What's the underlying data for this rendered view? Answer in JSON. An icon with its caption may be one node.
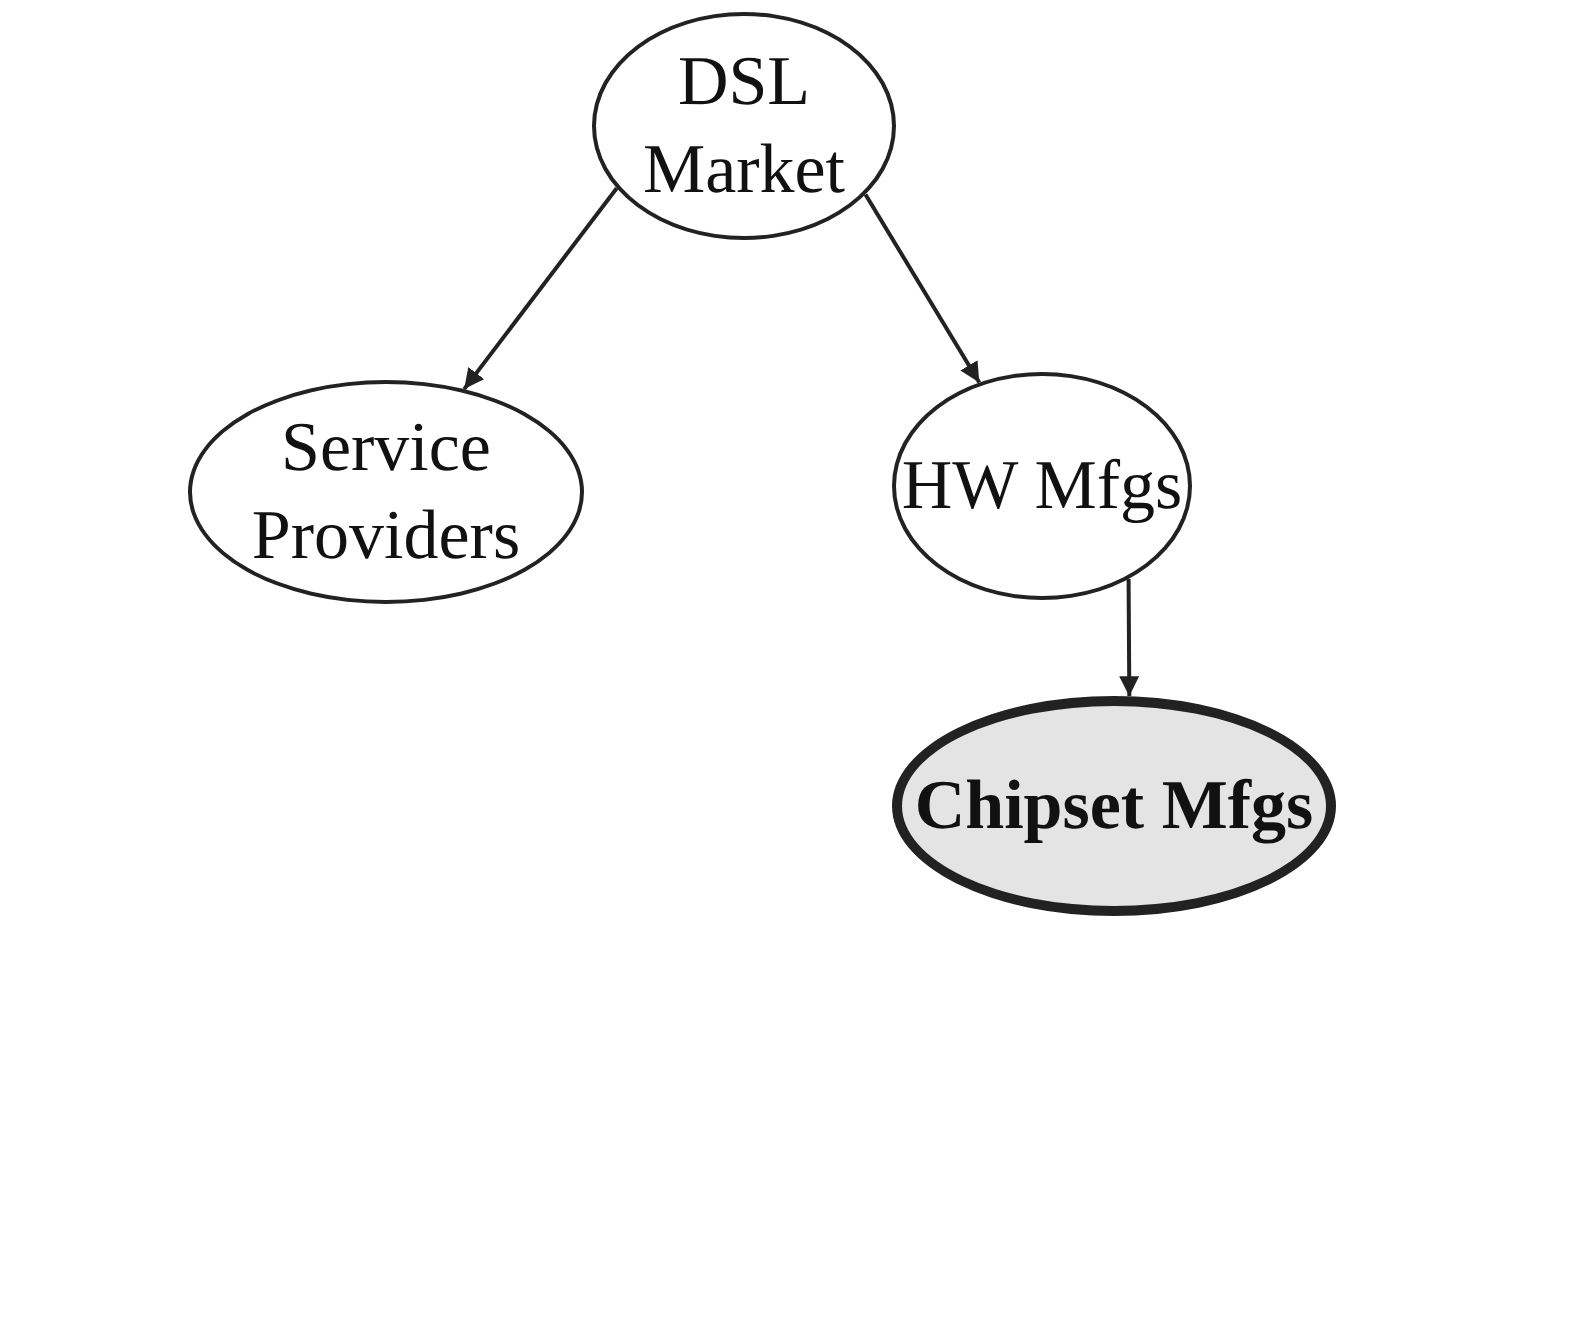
{
  "diagram": {
    "nodes": [
      {
        "text": [
          "DSL Market"
        ]
      },
      {
        "text": [
          "Service Providers"
        ]
      },
      {
        "text": [
          "HW Mfgs"
        ]
      },
      {
        "text": [
          "Chipset Mfgs"
        ]
      }
    ],
    "edges": [
      {
        "from": 0,
        "to": 1,
        "arrow": "to"
      },
      {
        "from": 0,
        "to": 2,
        "arrow": "to"
      },
      {
        "from": 2,
        "to": 3,
        "arrow": "to"
      }
    ]
  }
}
